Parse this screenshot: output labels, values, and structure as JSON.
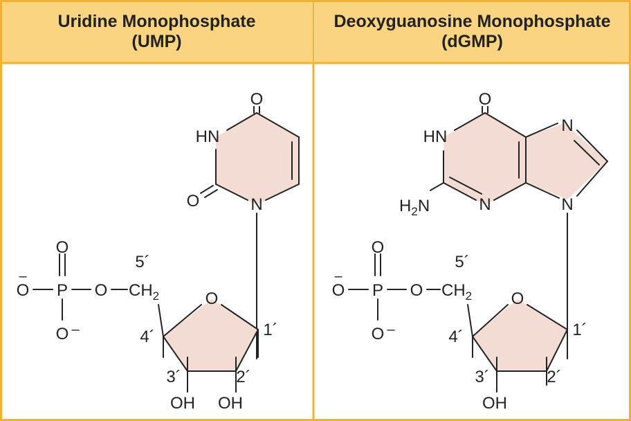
{
  "colors": {
    "header_fill": "#fad480",
    "border": "#f2b12e",
    "ring_fill": "#f2dcd3",
    "line": "#222222"
  },
  "left_panel": {
    "title_line1": "Uridine Monophosphate",
    "title_line2": "(UMP)",
    "base": {
      "carbonyl_top_o": "O",
      "nh": "HN",
      "carbonyl_bottom_o": "O",
      "glycosidic_n": "N"
    },
    "phosphate": {
      "top_o": "O",
      "left_o": "O",
      "left_o_charge": "–",
      "p": "P",
      "bridge_o": "O",
      "bottom_o": "O",
      "bottom_o_charge": "–"
    },
    "sugar": {
      "ch2": "CH",
      "ch2_sub": "2",
      "ring_o": "O",
      "c5": "5´",
      "c4": "4´",
      "c3": "3´",
      "c2": "2´",
      "c1": "1´",
      "oh3": "OH",
      "oh2": "OH"
    }
  },
  "right_panel": {
    "title_line1": "Deoxyguanosine Monophosphate",
    "title_line2": "(dGMP)",
    "base": {
      "carbonyl_o": "O",
      "nh": "HN",
      "n7": "N",
      "n3": "N",
      "n9": "N",
      "amine_h": "H",
      "amine_sub": "2",
      "amine_n": "N"
    },
    "phosphate": {
      "top_o": "O",
      "left_o": "O",
      "left_o_charge": "–",
      "p": "P",
      "bridge_o": "O",
      "bottom_o": "O",
      "bottom_o_charge": "–"
    },
    "sugar": {
      "ch2": "CH",
      "ch2_sub": "2",
      "ring_o": "O",
      "c5": "5´",
      "c4": "4´",
      "c3": "3´",
      "c2": "2´",
      "c1": "1´",
      "oh3": "OH"
    }
  }
}
